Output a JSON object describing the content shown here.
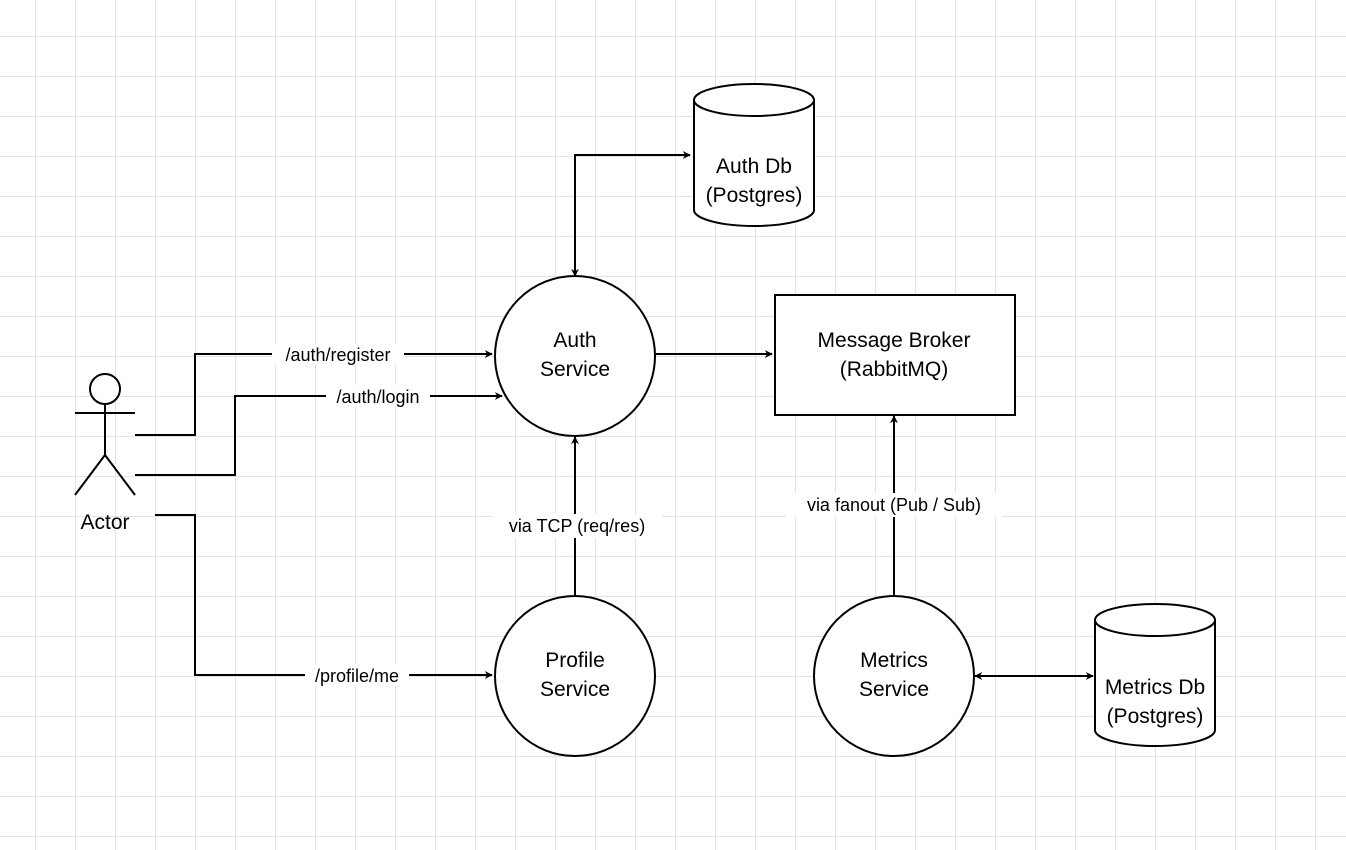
{
  "nodes": {
    "actor": {
      "label": "Actor"
    },
    "auth_db": {
      "line1": "Auth Db",
      "line2": "(Postgres)"
    },
    "auth_service": {
      "line1": "Auth",
      "line2": "Service"
    },
    "message_broker": {
      "line1": "Message Broker",
      "line2": "(RabbitMQ)"
    },
    "profile_service": {
      "line1": "Profile",
      "line2": "Service"
    },
    "metrics_service": {
      "line1": "Metrics",
      "line2": "Service"
    },
    "metrics_db": {
      "line1": "Metrics Db",
      "line2": "(Postgres)"
    }
  },
  "edges": {
    "register": "/auth/register",
    "login": "/auth/login",
    "profile_me": "/profile/me",
    "tcp": "via TCP (req/res)",
    "fanout": "via fanout (Pub / Sub)"
  }
}
